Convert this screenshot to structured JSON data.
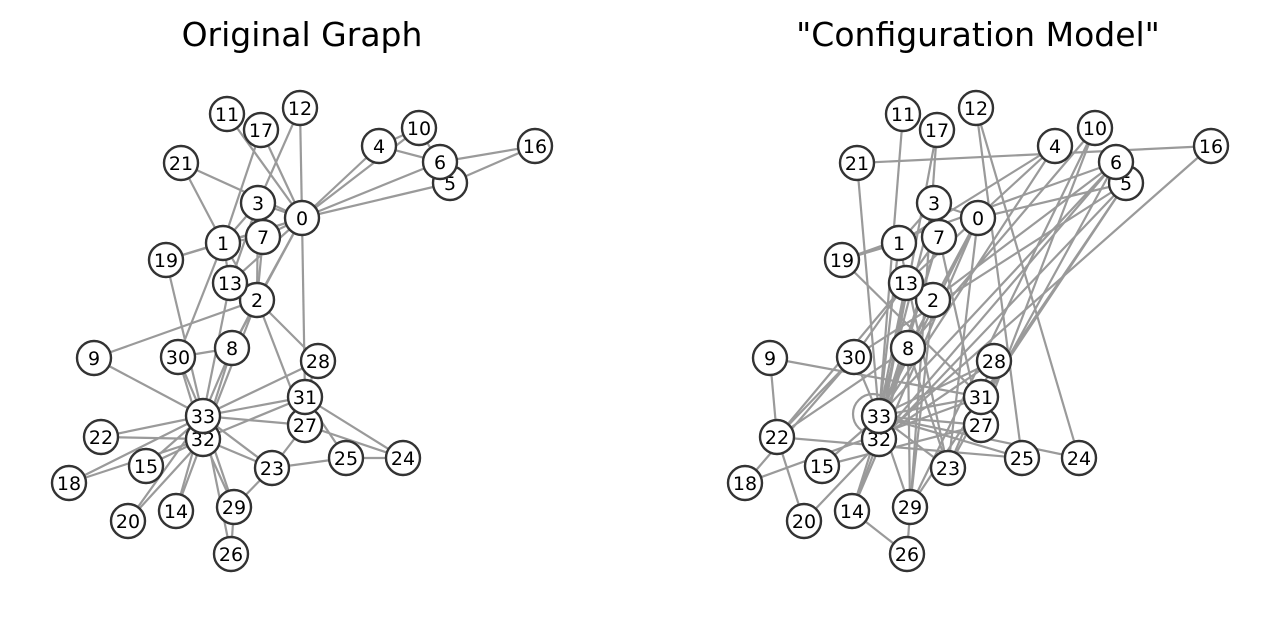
{
  "panels": [
    {
      "title": "Original Graph",
      "edges": [
        [
          0,
          1
        ],
        [
          0,
          2
        ],
        [
          0,
          3
        ],
        [
          0,
          4
        ],
        [
          0,
          5
        ],
        [
          0,
          6
        ],
        [
          0,
          7
        ],
        [
          0,
          8
        ],
        [
          0,
          10
        ],
        [
          0,
          11
        ],
        [
          0,
          12
        ],
        [
          0,
          13
        ],
        [
          0,
          17
        ],
        [
          0,
          19
        ],
        [
          0,
          21
        ],
        [
          0,
          31
        ],
        [
          1,
          2
        ],
        [
          1,
          3
        ],
        [
          1,
          7
        ],
        [
          1,
          13
        ],
        [
          1,
          17
        ],
        [
          1,
          19
        ],
        [
          1,
          21
        ],
        [
          1,
          30
        ],
        [
          2,
          3
        ],
        [
          2,
          7
        ],
        [
          2,
          8
        ],
        [
          2,
          9
        ],
        [
          2,
          13
        ],
        [
          2,
          27
        ],
        [
          2,
          28
        ],
        [
          2,
          32
        ],
        [
          3,
          7
        ],
        [
          3,
          12
        ],
        [
          3,
          13
        ],
        [
          4,
          6
        ],
        [
          4,
          10
        ],
        [
          5,
          6
        ],
        [
          5,
          10
        ],
        [
          5,
          16
        ],
        [
          6,
          16
        ],
        [
          8,
          30
        ],
        [
          8,
          32
        ],
        [
          8,
          33
        ],
        [
          9,
          33
        ],
        [
          13,
          33
        ],
        [
          14,
          32
        ],
        [
          14,
          33
        ],
        [
          15,
          32
        ],
        [
          15,
          33
        ],
        [
          18,
          32
        ],
        [
          18,
          33
        ],
        [
          19,
          33
        ],
        [
          20,
          32
        ],
        [
          20,
          33
        ],
        [
          22,
          32
        ],
        [
          22,
          33
        ],
        [
          23,
          25
        ],
        [
          23,
          27
        ],
        [
          23,
          29
        ],
        [
          23,
          32
        ],
        [
          23,
          33
        ],
        [
          24,
          25
        ],
        [
          24,
          27
        ],
        [
          24,
          31
        ],
        [
          25,
          31
        ],
        [
          26,
          29
        ],
        [
          26,
          33
        ],
        [
          27,
          33
        ],
        [
          28,
          31
        ],
        [
          28,
          33
        ],
        [
          29,
          32
        ],
        [
          29,
          33
        ],
        [
          30,
          32
        ],
        [
          30,
          33
        ],
        [
          31,
          32
        ],
        [
          31,
          33
        ],
        [
          32,
          33
        ]
      ]
    },
    {
      "title": "\"Configuration Model\"",
      "edges": [
        [
          0,
          3
        ],
        [
          0,
          5
        ],
        [
          0,
          8
        ],
        [
          0,
          14
        ],
        [
          0,
          23
        ],
        [
          0,
          33
        ],
        [
          11,
          33
        ],
        [
          17,
          26
        ],
        [
          12,
          25
        ],
        [
          12,
          24
        ],
        [
          21,
          16
        ],
        [
          4,
          33
        ],
        [
          4,
          13
        ],
        [
          4,
          1
        ],
        [
          10,
          29
        ],
        [
          10,
          8
        ],
        [
          10,
          27
        ],
        [
          6,
          19
        ],
        [
          6,
          33
        ],
        [
          6,
          2
        ],
        [
          6,
          32
        ],
        [
          6,
          23
        ],
        [
          5,
          31
        ],
        [
          5,
          20
        ],
        [
          5,
          30
        ],
        [
          5,
          29
        ],
        [
          16,
          32
        ],
        [
          3,
          33
        ],
        [
          3,
          1
        ],
        [
          7,
          32
        ],
        [
          7,
          14
        ],
        [
          7,
          27
        ],
        [
          7,
          13
        ],
        [
          1,
          19
        ],
        [
          1,
          23
        ],
        [
          1,
          33
        ],
        [
          2,
          33
        ],
        [
          2,
          29
        ],
        [
          13,
          30
        ],
        [
          13,
          33
        ],
        [
          13,
          22
        ],
        [
          13,
          32
        ],
        [
          19,
          31
        ],
        [
          9,
          22
        ],
        [
          9,
          31
        ],
        [
          8,
          33
        ],
        [
          8,
          32
        ],
        [
          8,
          29
        ],
        [
          8,
          23
        ],
        [
          8,
          22
        ],
        [
          30,
          33
        ],
        [
          30,
          22
        ],
        [
          30,
          18
        ],
        [
          28,
          33
        ],
        [
          28,
          32
        ],
        [
          28,
          23
        ],
        [
          31,
          33
        ],
        [
          31,
          18
        ],
        [
          27,
          33
        ],
        [
          27,
          15
        ],
        [
          22,
          20
        ],
        [
          22,
          25
        ],
        [
          15,
          33
        ],
        [
          14,
          26
        ],
        [
          14,
          32
        ],
        [
          29,
          33
        ],
        [
          23,
          33
        ],
        [
          32,
          33
        ],
        [
          33,
          33
        ],
        [
          25,
          33
        ],
        [
          24,
          33
        ],
        [
          21,
          33
        ],
        [
          17,
          32
        ]
      ]
    }
  ],
  "nodes": [
    {
      "id": "0",
      "label": "0"
    },
    {
      "id": "1",
      "label": "1"
    },
    {
      "id": "2",
      "label": "2"
    },
    {
      "id": "3",
      "label": "3"
    },
    {
      "id": "4",
      "label": "4"
    },
    {
      "id": "5",
      "label": "5"
    },
    {
      "id": "6",
      "label": "6"
    },
    {
      "id": "7",
      "label": "7"
    },
    {
      "id": "8",
      "label": "8"
    },
    {
      "id": "9",
      "label": "9"
    },
    {
      "id": "10",
      "label": "10"
    },
    {
      "id": "11",
      "label": "11"
    },
    {
      "id": "12",
      "label": "12"
    },
    {
      "id": "13",
      "label": "13"
    },
    {
      "id": "14",
      "label": "14"
    },
    {
      "id": "15",
      "label": "15"
    },
    {
      "id": "16",
      "label": "16"
    },
    {
      "id": "17",
      "label": "17"
    },
    {
      "id": "18",
      "label": "18"
    },
    {
      "id": "19",
      "label": "19"
    },
    {
      "id": "20",
      "label": "20"
    },
    {
      "id": "21",
      "label": "21"
    },
    {
      "id": "22",
      "label": "22"
    },
    {
      "id": "23",
      "label": "23"
    },
    {
      "id": "24",
      "label": "24"
    },
    {
      "id": "25",
      "label": "25"
    },
    {
      "id": "26",
      "label": "26"
    },
    {
      "id": "27",
      "label": "27"
    },
    {
      "id": "28",
      "label": "28"
    },
    {
      "id": "29",
      "label": "29"
    },
    {
      "id": "30",
      "label": "30"
    },
    {
      "id": "31",
      "label": "31"
    },
    {
      "id": "32",
      "label": "32"
    },
    {
      "id": "33",
      "label": "33"
    }
  ],
  "colors": {
    "edge": "#9a9a9a",
    "node_fill": "#ffffff",
    "node_stroke": "#333333",
    "text": "#000000"
  }
}
